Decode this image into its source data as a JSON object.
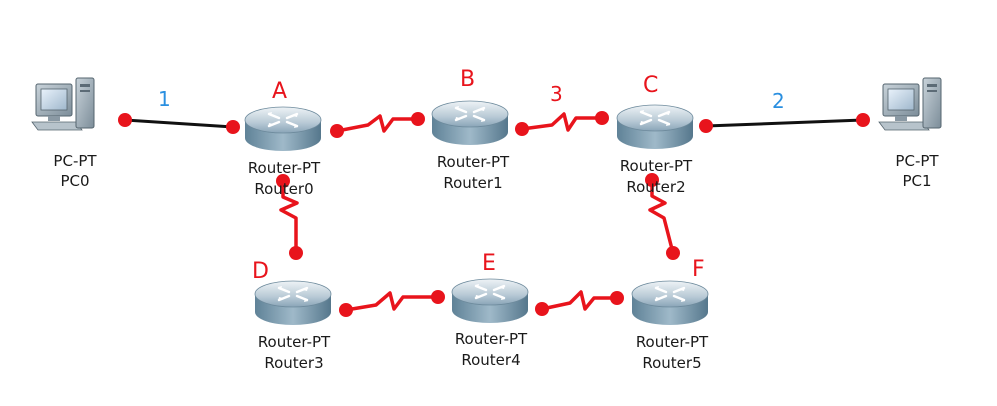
{
  "devices": {
    "pc0": {
      "type": "PC-PT",
      "name": "PC0",
      "icon": "pc-icon"
    },
    "pc1": {
      "type": "PC-PT",
      "name": "PC1",
      "icon": "pc-icon"
    },
    "router0": {
      "type": "Router-PT",
      "name": "Router0",
      "tag": "A",
      "icon": "router-icon"
    },
    "router1": {
      "type": "Router-PT",
      "name": "Router1",
      "tag": "B",
      "icon": "router-icon"
    },
    "router2": {
      "type": "Router-PT",
      "name": "Router2",
      "tag": "C",
      "icon": "router-icon"
    },
    "router3": {
      "type": "Router-PT",
      "name": "Router3",
      "tag": "D",
      "icon": "router-icon"
    },
    "router4": {
      "type": "Router-PT",
      "name": "Router4",
      "tag": "E",
      "icon": "router-icon"
    },
    "router5": {
      "type": "Router-PT",
      "name": "Router5",
      "tag": "F",
      "icon": "router-icon"
    }
  },
  "links": [
    {
      "from": "pc0",
      "to": "router0",
      "kind": "ethernet",
      "label": "1"
    },
    {
      "from": "router0",
      "to": "router1",
      "kind": "serial",
      "label": ""
    },
    {
      "from": "router1",
      "to": "router2",
      "kind": "serial",
      "label": "3"
    },
    {
      "from": "router2",
      "to": "pc1",
      "kind": "ethernet",
      "label": "2"
    },
    {
      "from": "router0",
      "to": "router3",
      "kind": "serial",
      "label": ""
    },
    {
      "from": "router3",
      "to": "router4",
      "kind": "serial",
      "label": ""
    },
    {
      "from": "router4",
      "to": "router5",
      "kind": "serial",
      "label": ""
    },
    {
      "from": "router2",
      "to": "router5",
      "kind": "serial",
      "label": ""
    }
  ],
  "colors": {
    "serial_link": "#e8141c",
    "ethernet_link": "#111111",
    "endpoint": "#e8141c",
    "device_tag": "#e8141c",
    "link_label_red": "#e8141c",
    "link_label_blue": "#2a8fe0"
  }
}
